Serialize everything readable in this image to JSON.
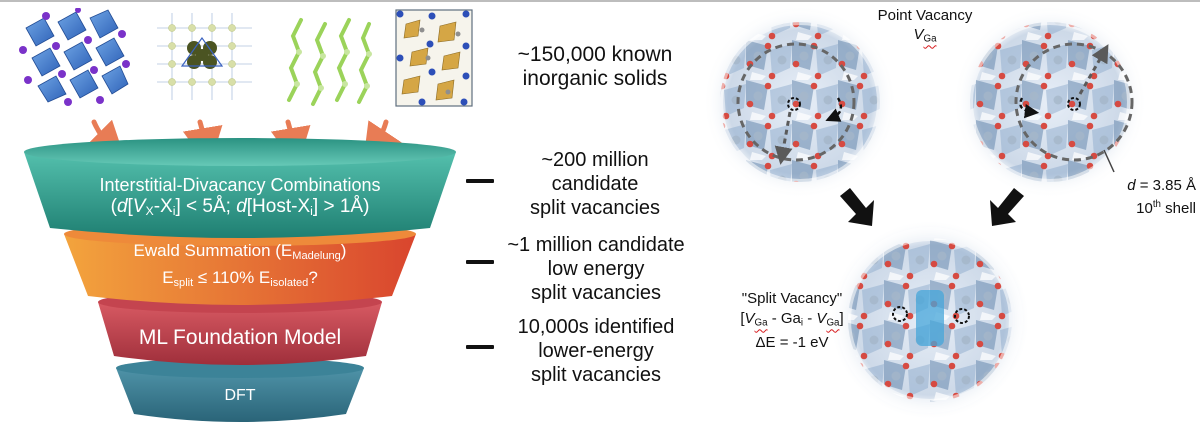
{
  "funnel": [
    {
      "id": "tier1",
      "line1": "Interstitial-Divacancy Combinations",
      "line2": {
        "a": "(",
        "d1": "d",
        "b": "[",
        "v": "V",
        "vsub": "X",
        "c": "-X",
        "isub": "i",
        "d": "] < 5Å; ",
        "d2": "d",
        "e": "[Host-X",
        "isub2": "i",
        "f": "] > 1Å)"
      }
    },
    {
      "id": "tier2",
      "line1": {
        "a": "Ewald Summation (E",
        "sub": "Madelung",
        "b": ")"
      },
      "line2": {
        "a": "E",
        "sub1": "split",
        "b": " ≤ 110% E",
        "sub2": "isolated",
        "c": "?"
      }
    },
    {
      "id": "tier3",
      "label": "ML Foundation Model"
    },
    {
      "id": "tier4",
      "label": "DFT"
    }
  ],
  "stats": [
    {
      "lines": [
        "~150,000 known",
        "inorganic solids"
      ]
    },
    {
      "lines": [
        "~200 million",
        "candidate",
        "split vacancies"
      ]
    },
    {
      "lines": [
        "~1 million candidate",
        "low energy",
        "split vacancies"
      ]
    },
    {
      "lines": [
        "10,000s identified",
        "lower-energy",
        "split vacancies"
      ]
    }
  ],
  "point_vacancy": {
    "title": "Point Vacancy",
    "sym": "V",
    "sym_sub": "Ga"
  },
  "shell": {
    "d_var": "d",
    "d_rest": " = 3.85 Å",
    "shell_num": "10",
    "shell_sup": "th",
    "shell_rest": " shell"
  },
  "split_vacancy": {
    "title": "\"Split Vacancy\"",
    "formula": {
      "open": "[",
      "v1": "V",
      "s1": "Ga",
      "mid": " - Ga",
      "s2": "i",
      "mid2": " - ",
      "v2": "V",
      "s3": "Ga",
      "close": "]"
    },
    "energy": "ΔE = -1 eV"
  },
  "colors": {
    "tier1": "#2e9a89",
    "tier2": "#ea7a36",
    "tier3": "#c74a55",
    "tier4": "#3f7f95",
    "arrow": "#e87c55",
    "oxygen": "#d63a2f",
    "polyhedra": "#6f8fb3"
  }
}
